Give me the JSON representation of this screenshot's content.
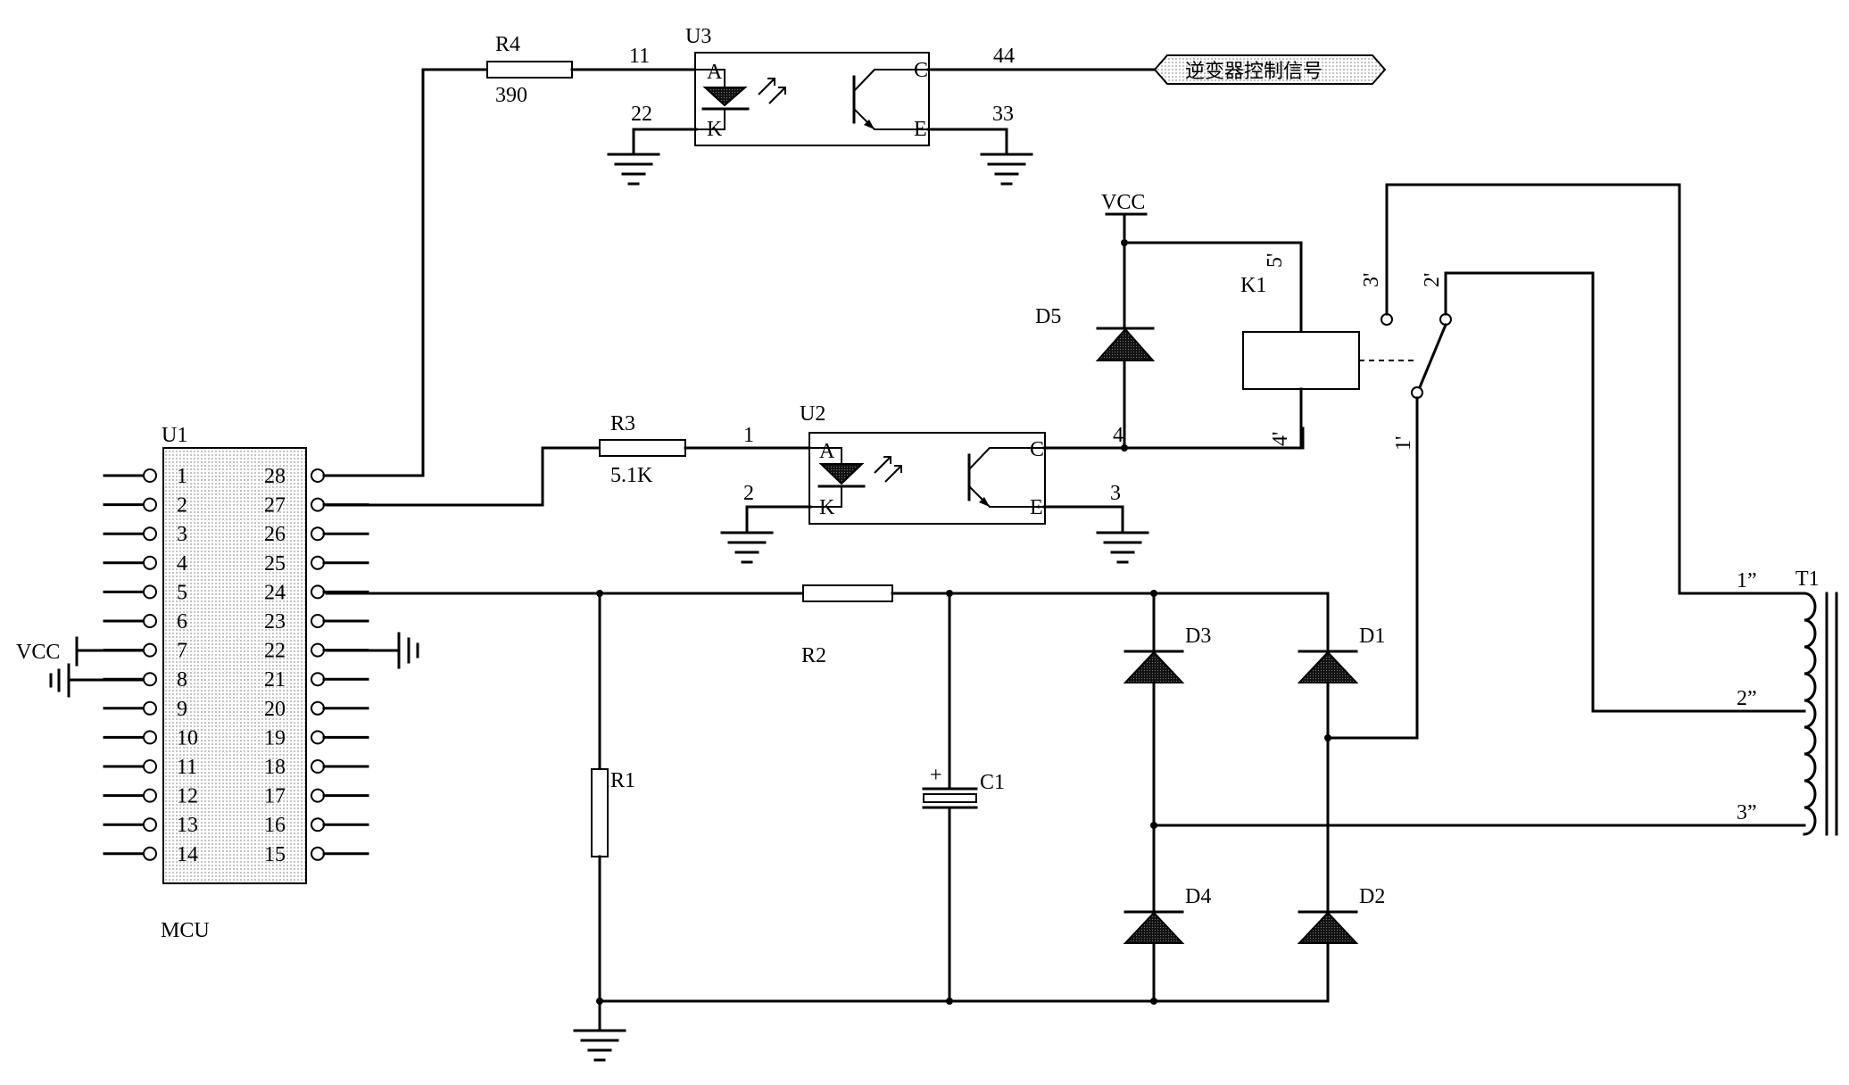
{
  "ic_u1": {
    "ref": "U1",
    "name": "MCU",
    "left_pins": [
      "1",
      "2",
      "3",
      "4",
      "5",
      "6",
      "7",
      "8",
      "9",
      "10",
      "11",
      "12",
      "13",
      "14"
    ],
    "right_pins": [
      "28",
      "27",
      "26",
      "25",
      "24",
      "23",
      "22",
      "21",
      "20",
      "19",
      "18",
      "17",
      "16",
      "15"
    ]
  },
  "power": {
    "vcc_left": "VCC",
    "vcc_top": "VCC"
  },
  "resistors": {
    "r1": "R1",
    "r2": "R2",
    "r3": {
      "ref": "R3",
      "value": "5.1K"
    },
    "r4": {
      "ref": "R4",
      "value": "390"
    }
  },
  "optocoupler_u2": {
    "ref": "U2",
    "anode": "A",
    "cathode": "K",
    "collector": "C",
    "emitter": "E",
    "net_1": "1",
    "net_2": "2",
    "net_3": "3",
    "net_4": "4"
  },
  "optocoupler_u3": {
    "ref": "U3",
    "anode": "A",
    "cathode": "K",
    "collector": "C",
    "emitter": "E",
    "net_1": "11",
    "net_2": "22",
    "net_3": "33",
    "net_4": "44"
  },
  "signal_port": "逆变器控制信号",
  "diodes": {
    "d1": "D1",
    "d2": "D2",
    "d3": "D3",
    "d4": "D4",
    "d5": "D5"
  },
  "capacitor": {
    "ref": "C1",
    "polarity": "+"
  },
  "relay": {
    "ref": "K1",
    "pin_1": "1'",
    "pin_2": "2'",
    "pin_3": "3'",
    "pin_4": "4'",
    "pin_5": "5'"
  },
  "transformer": {
    "ref": "T1",
    "tap_1": "1”",
    "tap_2": "2”",
    "tap_3": "3”"
  }
}
